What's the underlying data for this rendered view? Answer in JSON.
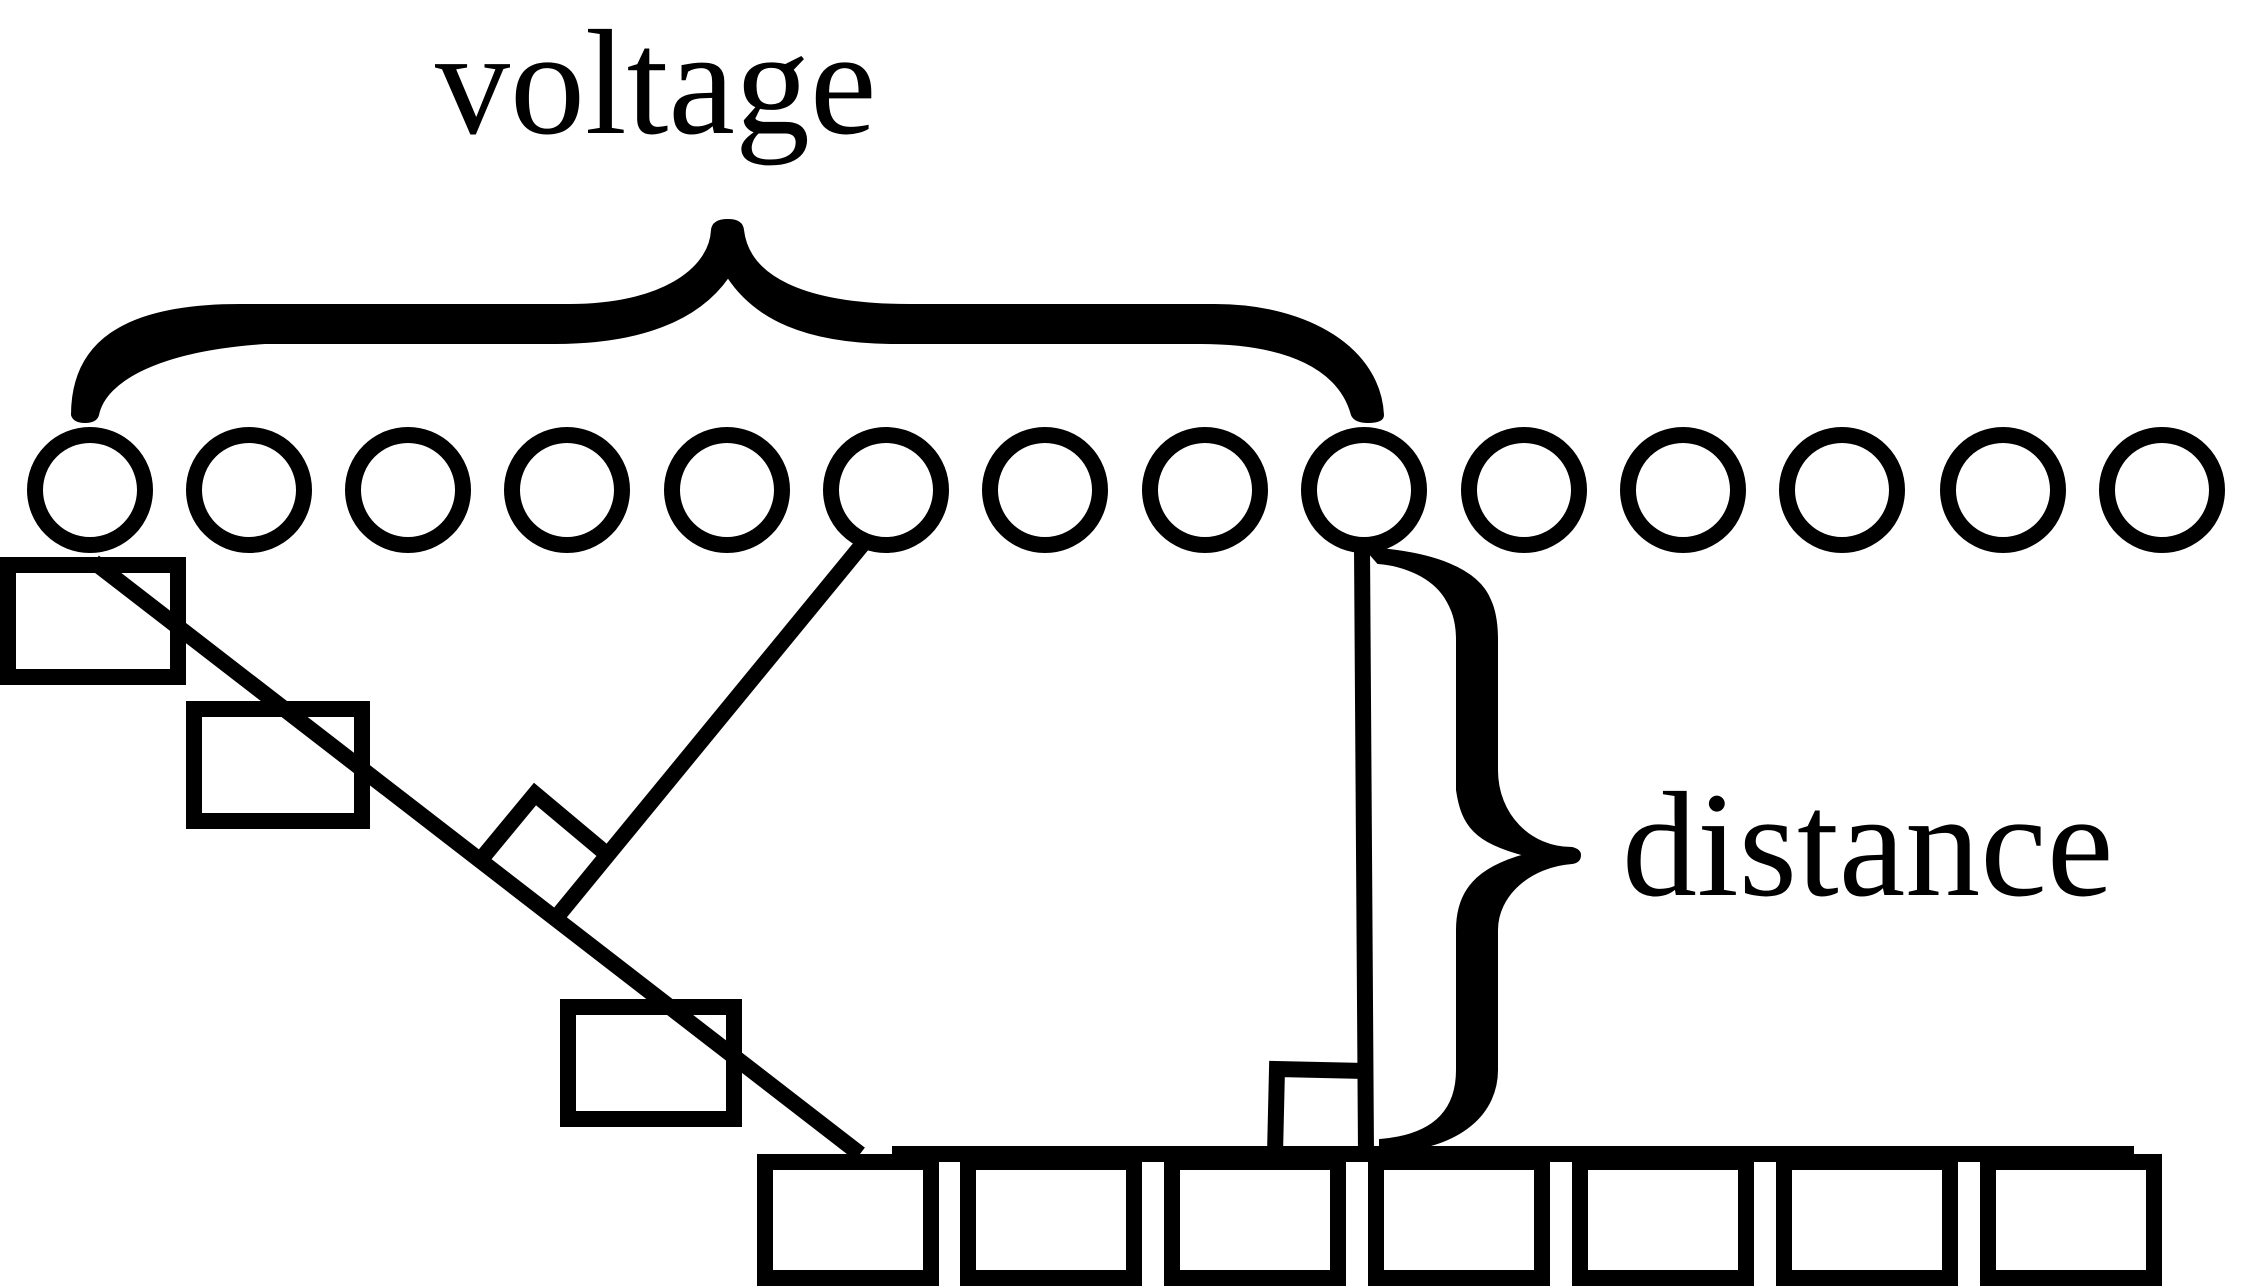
{
  "labels": {
    "voltage": "voltage",
    "distance": "distance"
  },
  "colors": {
    "ink": "#000000",
    "background": "#ffffff"
  },
  "counts": {
    "circles": 14,
    "bottom_boxes": 7,
    "diagonal_boxes": 3
  }
}
